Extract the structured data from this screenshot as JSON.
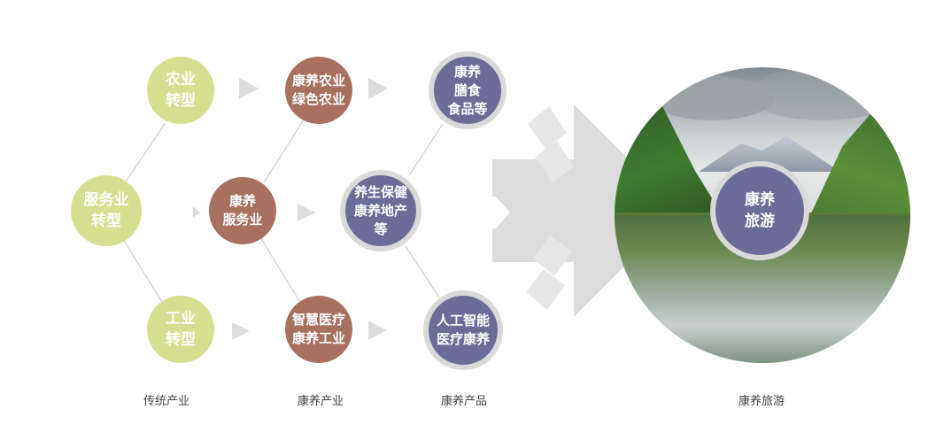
{
  "nodes": {
    "agri": "农业\n转型",
    "service": "服务业\n转型",
    "industry": "工业\n转型",
    "kang_agri": "康养农业\n绿色农业",
    "kang_service": "康养\n服务业",
    "smart_med": "智慧医疗\n康养工业",
    "food": "康养\n膳食\n食品等",
    "health_estate": "养生保健\n康养地产\n等",
    "ai_med": "人工智能\n医疗康养",
    "tourism": "康养\n旅游"
  },
  "columns": [
    "传统产业",
    "康养产业",
    "康养产品",
    "康养旅游"
  ],
  "colors": {
    "green": "#d6df8f",
    "brown": "#a8705f",
    "blue": "#6b6c98",
    "gray_arrow": "#dcdcdc"
  }
}
